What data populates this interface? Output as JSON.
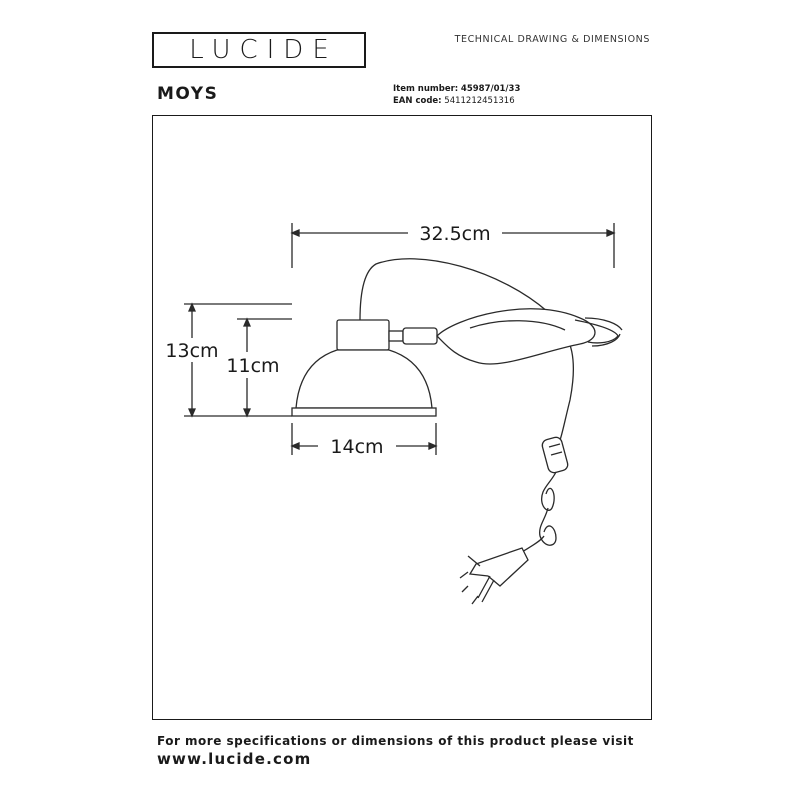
{
  "header": {
    "logo_text": "LUCIDE",
    "document_type": "TECHNICAL DRAWING & DIMENSIONS",
    "product_name": "MOYS",
    "item_number_label": "Item number:",
    "item_number": "45987/01/33",
    "ean_label": "EAN code:",
    "ean_code": "5411212451316"
  },
  "dimensions": {
    "width_total": "32.5cm",
    "height_total": "13cm",
    "height_shade": "11cm",
    "diameter": "14cm"
  },
  "footer": {
    "note": "For more specifications or dimensions of this product please visit",
    "url": "www.lucide.com"
  }
}
